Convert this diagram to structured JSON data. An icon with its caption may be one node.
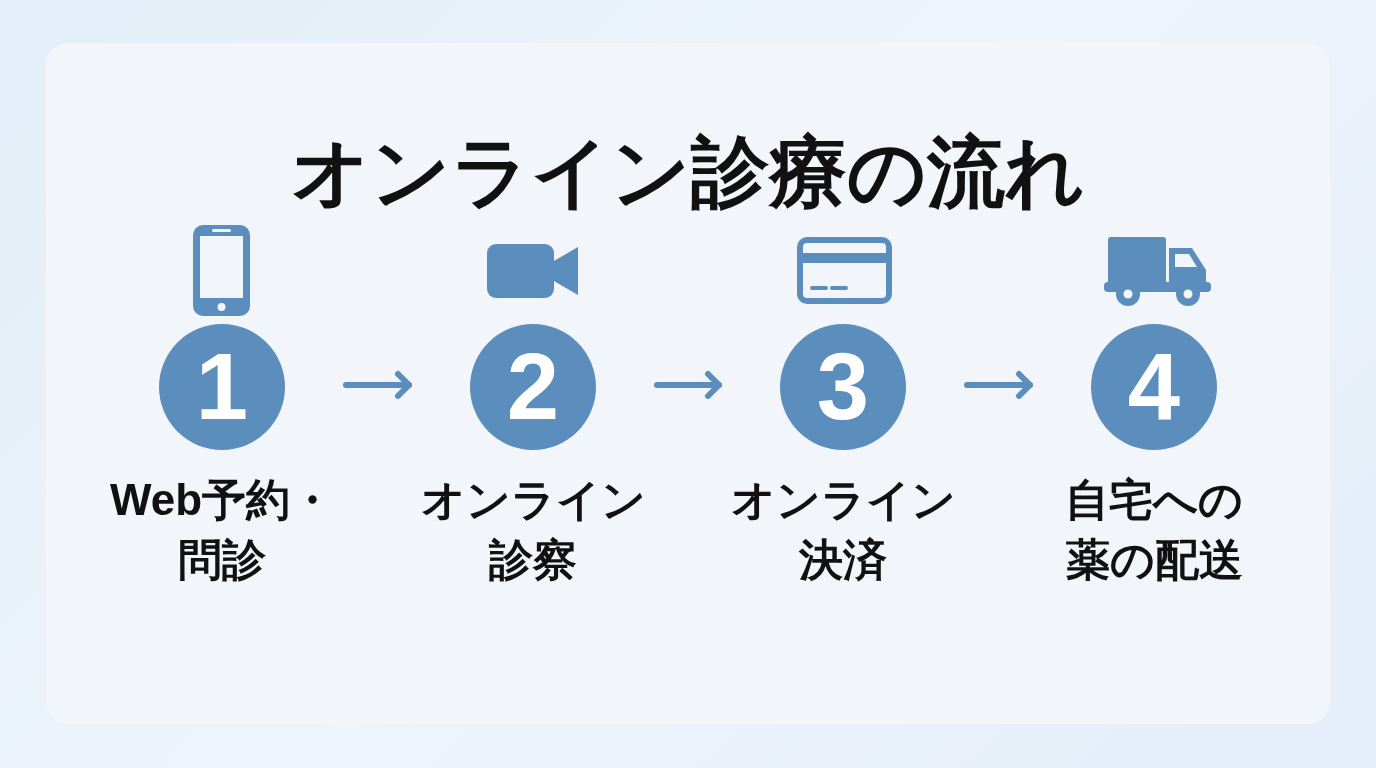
{
  "diagram": {
    "title": "オンライン診療の流れ",
    "nodes": [
      {
        "text": [
          "1"
        ],
        "beside": [
          "Web予約・問診"
        ]
      },
      {
        "text": [
          "2"
        ],
        "beside": [
          "オンライン診察"
        ]
      },
      {
        "text": [
          "3"
        ],
        "beside": [
          "オンライン決済"
        ]
      },
      {
        "text": [
          "4"
        ],
        "beside": [
          "自宅への薬の配送"
        ]
      }
    ],
    "edges": [
      {
        "from": 0,
        "to": 1,
        "arrow": "to"
      },
      {
        "from": 1,
        "to": 2,
        "arrow": "to"
      },
      {
        "from": 2,
        "to": 3,
        "arrow": "to"
      }
    ]
  }
}
